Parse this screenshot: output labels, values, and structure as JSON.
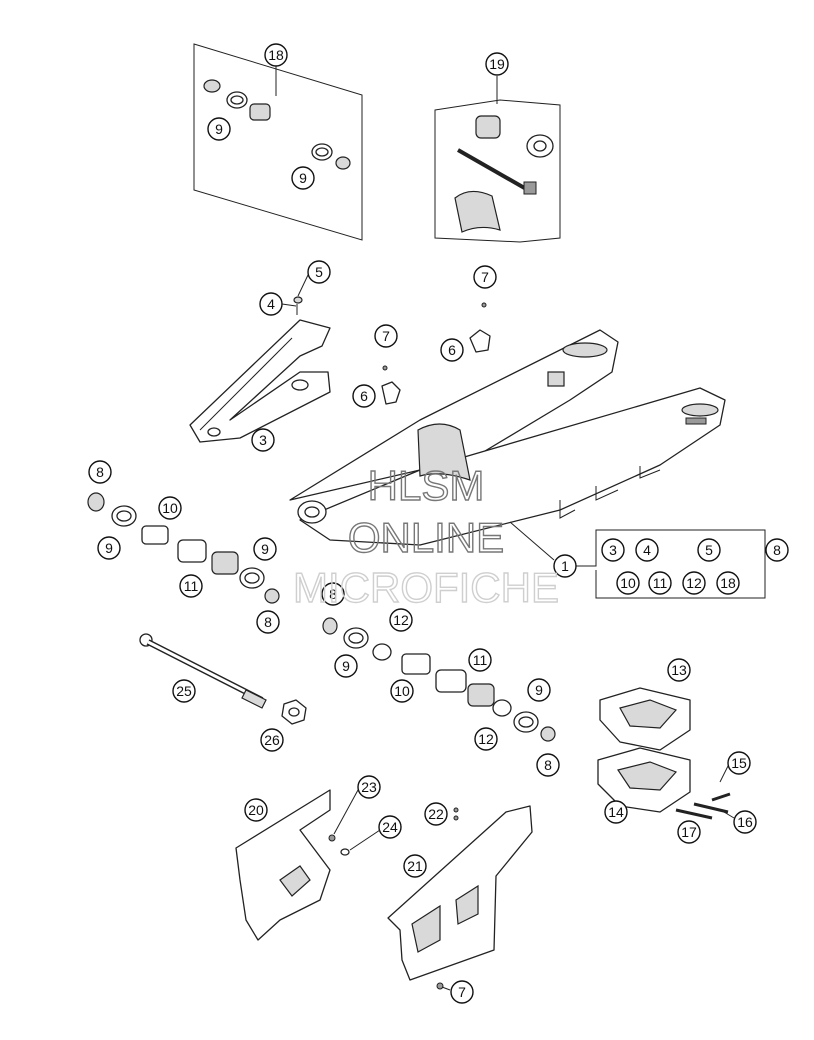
{
  "callouts": {
    "c18": "18",
    "c19": "19",
    "c9a": "9",
    "c9b": "9",
    "c5a": "5",
    "c4a": "4",
    "c3a": "3",
    "c7a": "7",
    "c7b": "7",
    "c6a": "6",
    "c6b": "6",
    "c8a": "8",
    "c9c": "9",
    "c10a": "10",
    "c11a": "11",
    "c9d": "9",
    "c8b": "8",
    "c1": "1",
    "k3": "3",
    "k4": "4",
    "k5": "5",
    "k8": "8",
    "k10": "10",
    "k11": "11",
    "k12": "12",
    "k18": "18",
    "c8c": "8",
    "c12a": "12",
    "c9e": "9",
    "c10b": "10",
    "c11b": "11",
    "c9f": "9",
    "c12b": "12",
    "c8d": "8",
    "c25": "25",
    "c26": "26",
    "c13": "13",
    "c14": "14",
    "c15": "15",
    "c16": "16",
    "c17": "17",
    "c20": "20",
    "c21": "21",
    "c22": "22",
    "c23": "23",
    "c24": "24",
    "c7c": "7"
  },
  "watermark": {
    "line1": "HLSM",
    "line2": "ONLINE",
    "line3": "MICROFICHE"
  }
}
